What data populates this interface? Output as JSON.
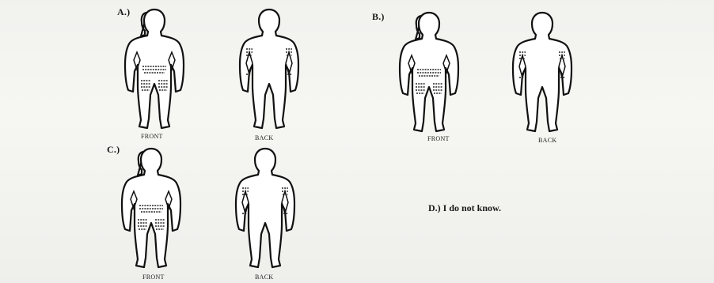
{
  "options": [
    {
      "label": "A.)",
      "front_caption": "FRONT",
      "back_caption": "BACK"
    },
    {
      "label": "B.)",
      "front_caption": "FRONT",
      "back_caption": "BACK"
    },
    {
      "label": "C.)",
      "front_caption": "FRONT",
      "back_caption": "BACK"
    }
  ],
  "option_d": {
    "text": "D.) I do not know."
  }
}
